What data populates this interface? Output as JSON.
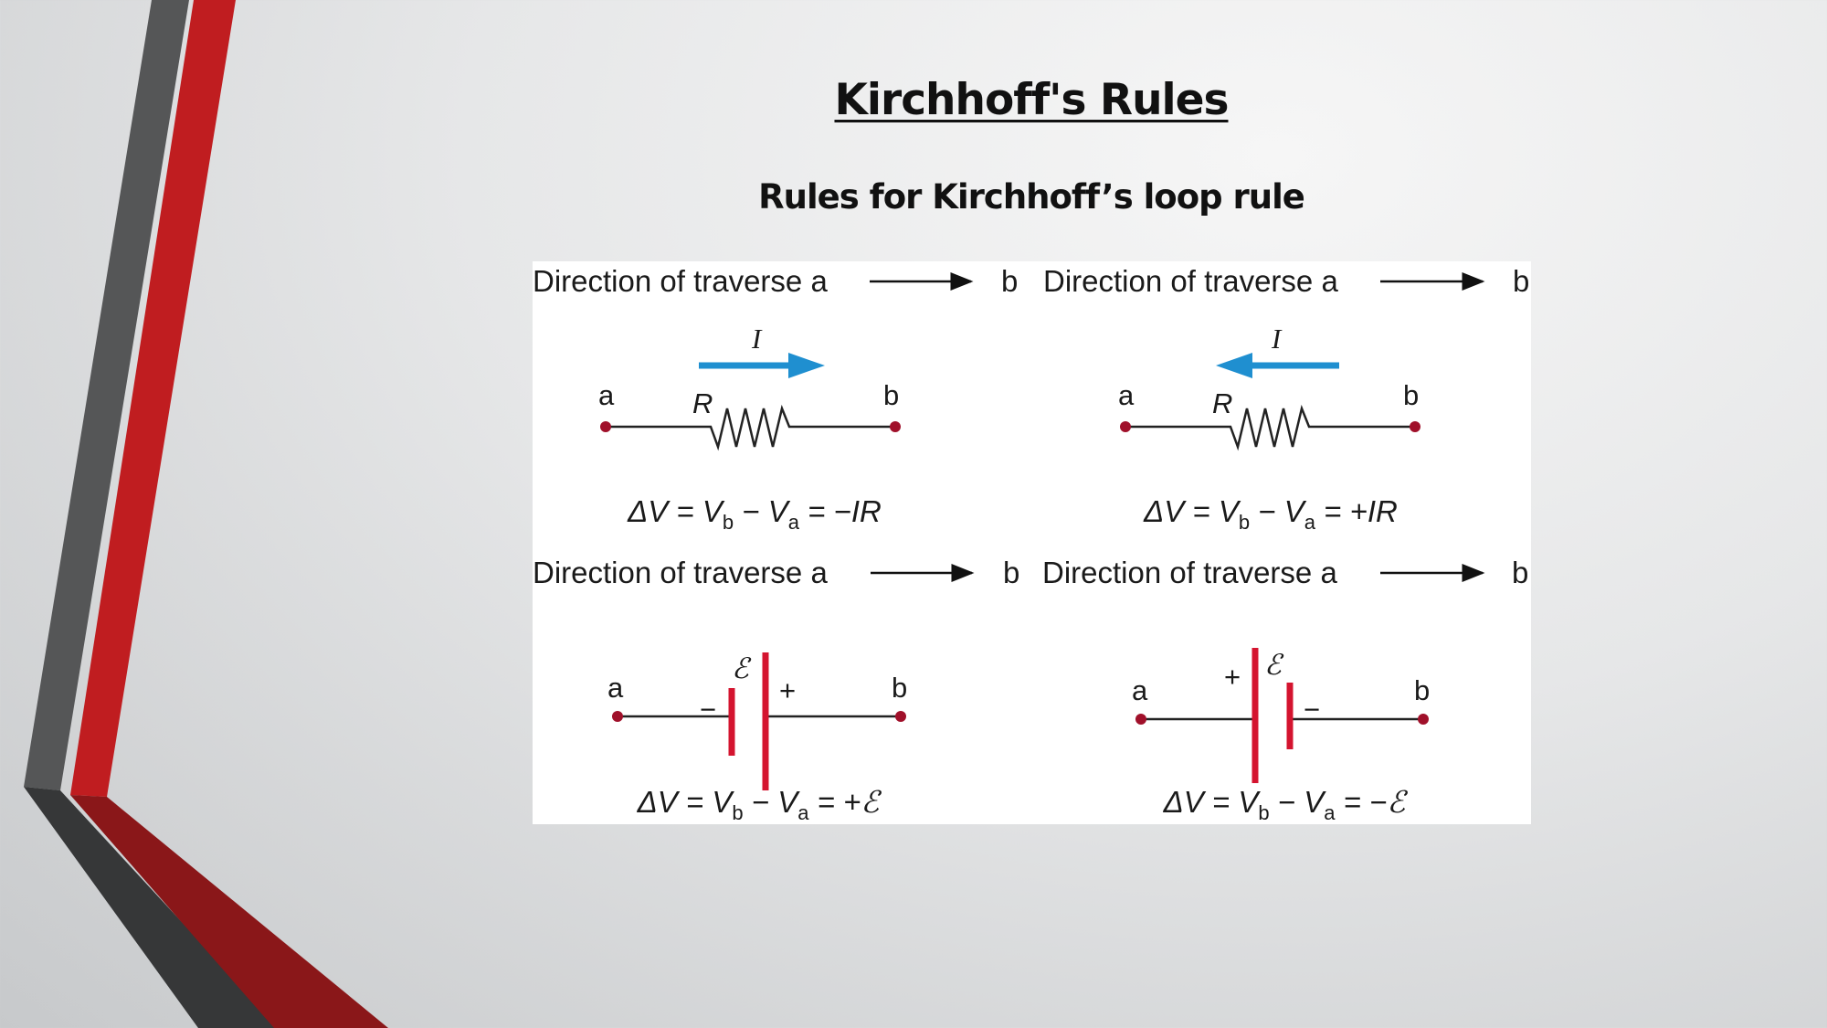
{
  "slide": {
    "title": "Kirchhoff's Rules",
    "subtitle": "Rules for Kirchhoff’s loop rule"
  },
  "colors": {
    "accent_red": "#c0191c",
    "dark_gray": "#4a4a4a",
    "current_arrow": "#1f8fd0",
    "component_red": "#d4142f"
  },
  "figure": {
    "panels": [
      {
        "header": "Direction of traverse a",
        "header_end": "b",
        "current_label": "I",
        "current_direction": "right",
        "node_a": "a",
        "node_b": "b",
        "component_label": "R",
        "eq": {
          "lhs": "ΔV = V",
          "sub_b": "b",
          "mid": " − V",
          "sub_a": "a",
          "rhs": " = −IR"
        }
      },
      {
        "header": "Direction of traverse a",
        "header_end": "b",
        "current_label": "I",
        "current_direction": "left",
        "node_a": "a",
        "node_b": "b",
        "component_label": "R",
        "eq": {
          "lhs": "ΔV = V",
          "sub_b": "b",
          "mid": " − V",
          "sub_a": "a",
          "rhs": " = +IR"
        }
      },
      {
        "header": "Direction of traverse a",
        "header_end": "b",
        "node_a": "a",
        "node_b": "b",
        "component_label": "ℰ",
        "minus": "−",
        "plus": "+",
        "eq": {
          "lhs": "ΔV = V",
          "sub_b": "b",
          "mid": " − V",
          "sub_a": "a",
          "rhs": " = +ℰ"
        }
      },
      {
        "header": "Direction of traverse a",
        "header_end": "b",
        "node_a": "a",
        "node_b": "b",
        "component_label": "ℰ",
        "minus": "−",
        "plus": "+",
        "eq": {
          "lhs": "ΔV = V",
          "sub_b": "b",
          "mid": " − V",
          "sub_a": "a",
          "rhs": " = −ℰ"
        }
      }
    ]
  }
}
